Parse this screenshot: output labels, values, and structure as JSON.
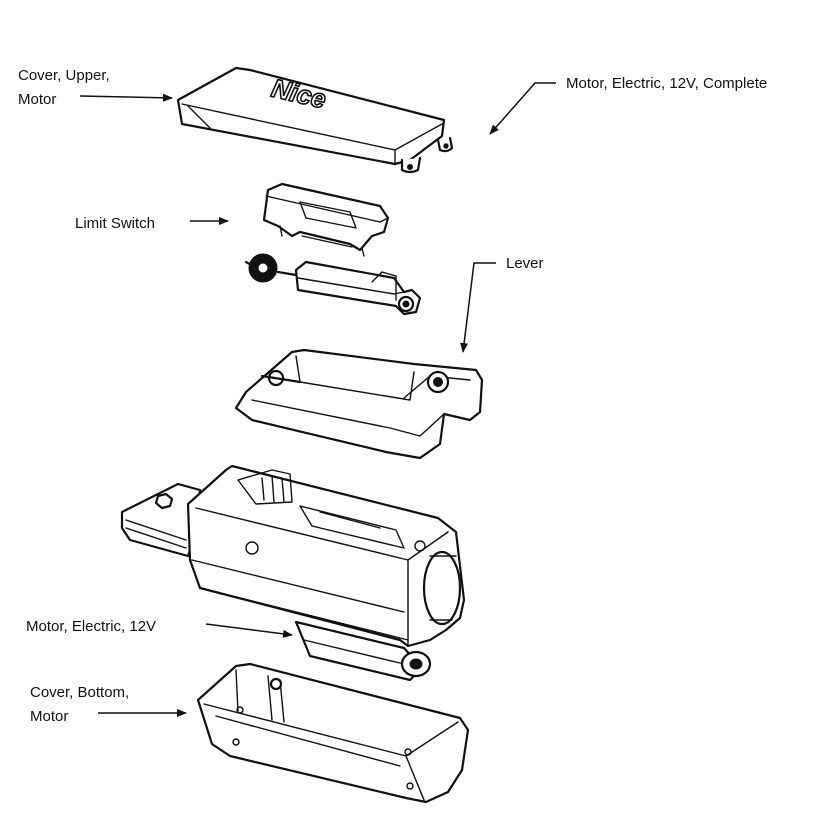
{
  "diagram": {
    "labels": {
      "cover_upper_line1": "Cover, Upper,",
      "cover_upper_line2": "Motor",
      "motor_complete": "Motor, Electric, 12V, Complete",
      "limit_switch": "Limit Switch",
      "lever": "Lever",
      "motor_12v": "Motor, Electric, 12V",
      "cover_bottom_line1": "Cover, Bottom,",
      "cover_bottom_line2": "Motor"
    },
    "brand_logo_text": "Nice"
  }
}
